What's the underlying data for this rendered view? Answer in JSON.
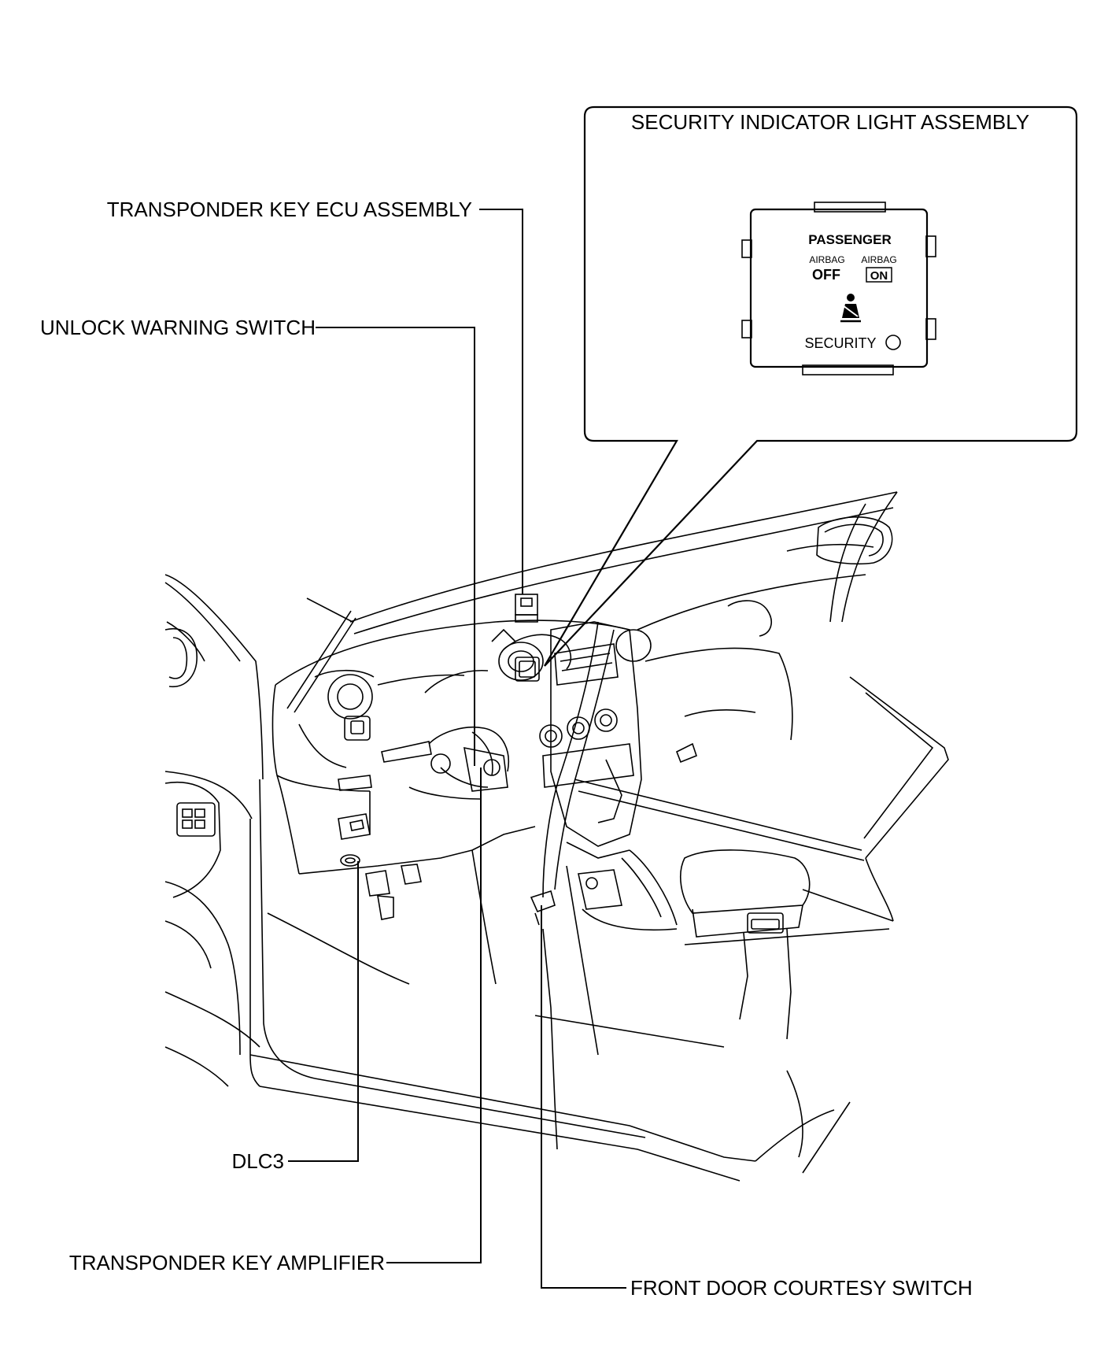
{
  "labels": {
    "security_indicator": "SECURITY INDICATOR LIGHT ASSEMBLY",
    "transponder_ecu": "TRANSPONDER KEY ECU ASSEMBLY",
    "unlock_warning": "UNLOCK WARNING SWITCH",
    "dlc3": "DLC3",
    "transponder_amp": "TRANSPONDER KEY AMPLIFIER",
    "door_courtesy": "FRONT DOOR COURTESY SWITCH"
  },
  "indicator_panel": {
    "passenger": "PASSENGER",
    "airbag_left": "AIRBAG",
    "off": "OFF",
    "airbag_right": "AIRBAG",
    "on": "ON",
    "security": "SECURITY"
  }
}
